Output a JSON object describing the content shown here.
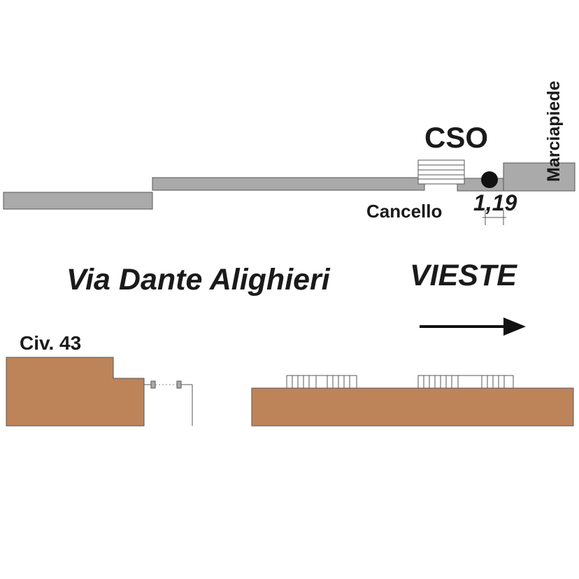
{
  "labels": {
    "cso": "CSO",
    "marciapiede": "Marciapiede",
    "cancello": "Cancello",
    "distance": "1,19",
    "street": "Via Dante Alighieri",
    "direction": "VIESTE",
    "civico": "Civ. 43"
  },
  "colors": {
    "sidewalk_gray": "#aaaaaa",
    "building_brown": "#bd845a",
    "outline": "#555555",
    "text": "#1a1a1a"
  },
  "icons": {
    "cso_marker": "filled-circle",
    "direction_arrow": "arrow-right"
  }
}
